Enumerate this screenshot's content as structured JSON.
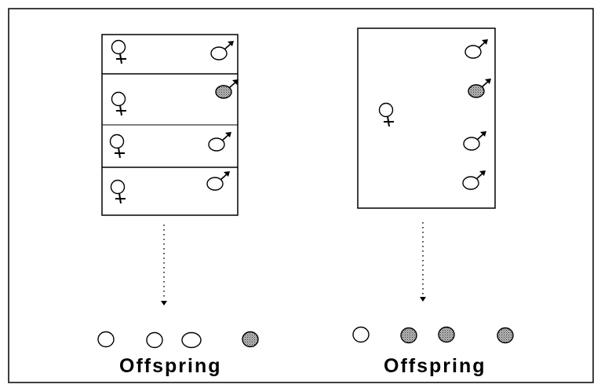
{
  "left_experiment": {
    "compartments": [
      {
        "female": "plain",
        "male": "plain"
      },
      {
        "female": "plain",
        "male": "shaded"
      },
      {
        "female": "plain",
        "male": "plain"
      },
      {
        "female": "plain",
        "male": "plain"
      }
    ],
    "offspring": [
      "plain",
      "plain",
      "plain",
      "shaded"
    ],
    "offspring_label": "Offspring"
  },
  "right_experiment": {
    "female": "plain",
    "males": [
      "plain",
      "shaded",
      "plain",
      "plain"
    ],
    "offspring": [
      "plain",
      "shaded",
      "shaded",
      "shaded"
    ],
    "offspring_label": "Offspring"
  },
  "colors": {
    "shaded": "#8c8c8c",
    "plain": "#ffffff",
    "ink": "#000000"
  }
}
